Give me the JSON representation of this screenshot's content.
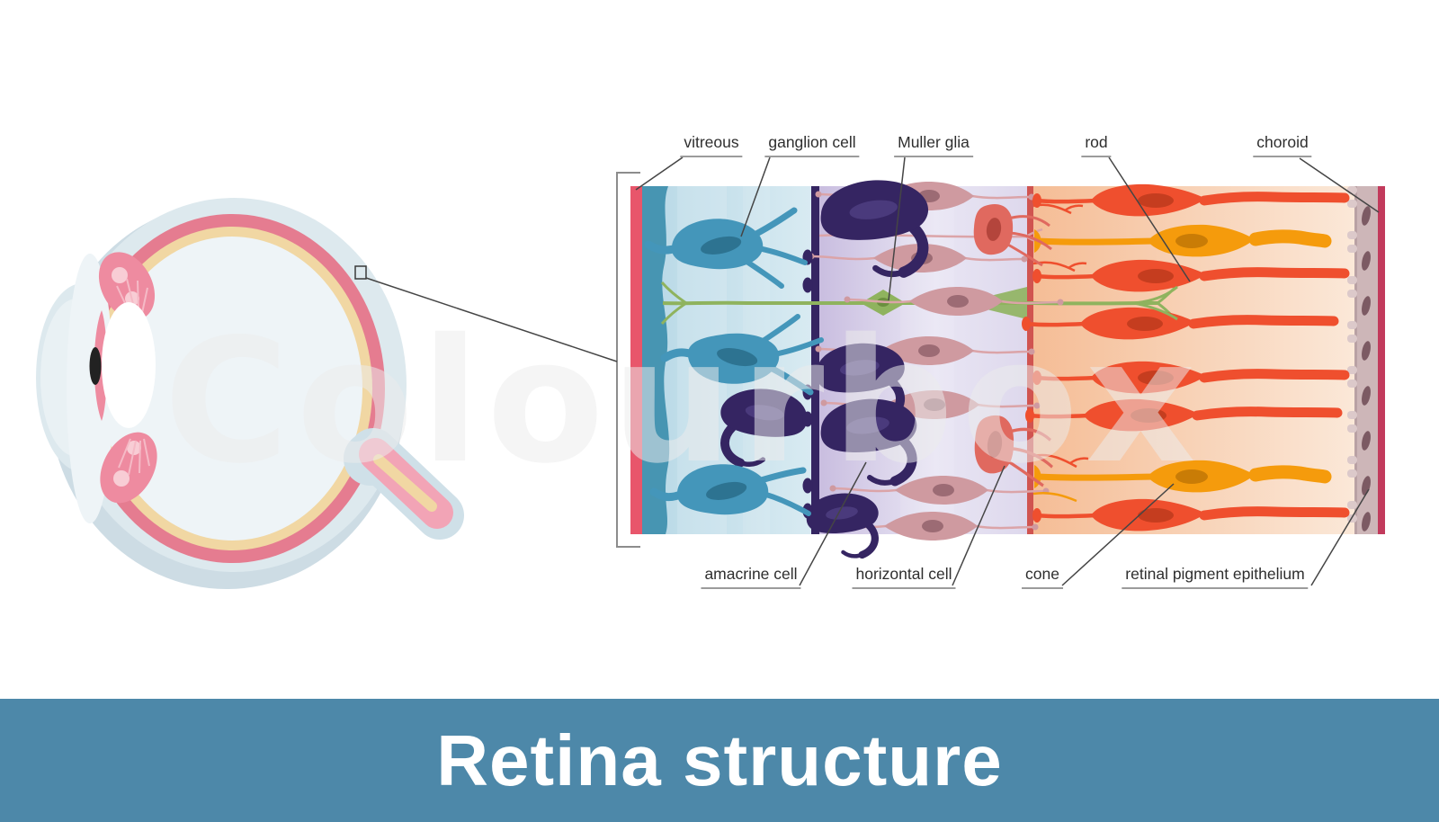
{
  "title": {
    "text": "Retina structure"
  },
  "watermark": {
    "text": "Colourbox"
  },
  "labels": {
    "top": [
      {
        "text": "vitreous"
      },
      {
        "text": "ganglion cell"
      },
      {
        "text": "Muller glia"
      },
      {
        "text": "rod"
      },
      {
        "text": "choroid"
      }
    ],
    "bottom": [
      {
        "text": "amacrine cell"
      },
      {
        "text": "horizontal cell"
      },
      {
        "text": "cone"
      },
      {
        "text": "retinal pigment epithelium"
      }
    ]
  },
  "colors": {
    "titleBar": "#4d88a9",
    "titleText": "#ffffff",
    "labelText": "#2e2e2e",
    "underline": "#9b9b9b",
    "leader": "#454545",
    "bracket": "#8c8c8c",
    "vitreous": "#e8566b",
    "nerveFiber": "#4795b2",
    "ganglionCell": "#4496ba",
    "ganglionNucleus": "#2d7391",
    "amacrine": "#352562",
    "amacrineNucleus": "#4d3d80",
    "bipolar": "#cf9aa0",
    "bipolarNucleus": "#9c6b74",
    "bipolarFiber": "#dba4a8",
    "muller": "#8fb35e",
    "mullerNucleus": "#6b8f3f",
    "horizontalCell": "#e0695f",
    "horizontalNucleus": "#b4453c",
    "oplLine": "#d05450",
    "rod": "#ef4f2e",
    "rodNucleus": "#c53d1f",
    "cone": "#f59b0c",
    "coneNucleus": "#c97c06",
    "rpe": "#cdb6b8",
    "rpeNucleus": "#7c5a63",
    "rpeKnob": "#dcc9ca",
    "choroid": "#c23a5c",
    "sclera": "#dde9ee",
    "scleraHalo": "#cddce4",
    "eyeChoroidRing": "#e57c90",
    "eyeYellowRing": "#f1d7a3",
    "eyeInterior": "#eef4f7",
    "ciliary": "#ee8ba0",
    "ciliaryLight": "#f8cdd5",
    "lens": "#ffffff",
    "pupil": "#222222",
    "nerveSheath": "#cfe0e8",
    "nervePink": "#f2a4b6",
    "nerveCore": "#f1d7a3",
    "ganglionBg1": "#b7d8e6",
    "ganglionBg2": "#d9ebf2",
    "innerBg1": "#c8bcdf",
    "innerBg2": "#e9e6f4",
    "photoBg1": "#f5bd96",
    "photoBg2": "#fbe8d8"
  }
}
